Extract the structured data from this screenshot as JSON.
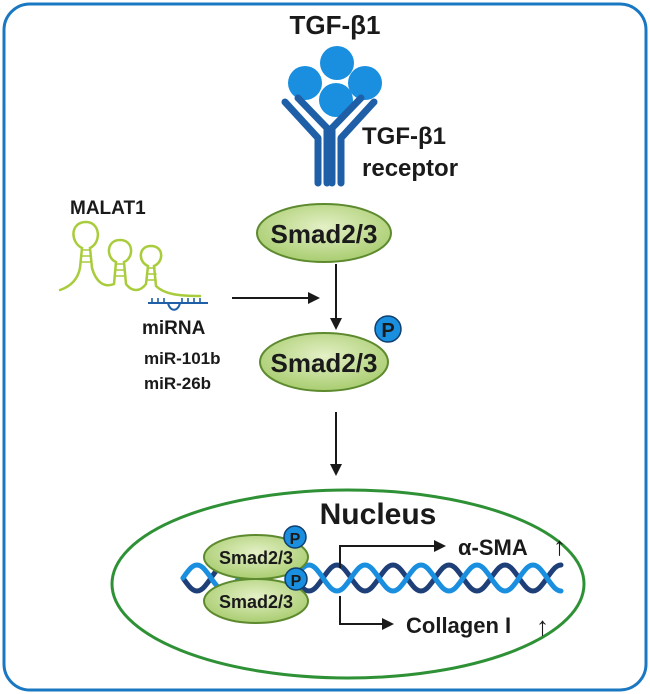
{
  "ligand": {
    "label": "TGF-β1"
  },
  "receptor": {
    "line1": "TGF-β1",
    "line2": "receptor"
  },
  "smad_top": {
    "label": "Smad2/3"
  },
  "smad_phos": {
    "label": "Smad2/3",
    "p": "P"
  },
  "lncrna": {
    "label": "MALAT1"
  },
  "mirna": {
    "title": "miRNA",
    "items": [
      "miR-101b",
      "miR-26b"
    ]
  },
  "nucleus": {
    "title": "Nucleus",
    "smad_a": "Smad2/3",
    "smad_b": "Smad2/3",
    "p_a": "P",
    "p_b": "P",
    "gene1": "α-SMA",
    "gene2": "Collagen I",
    "up1": "↑",
    "up2": "↑"
  },
  "colors": {
    "frame": "#1a78c2",
    "receptor": "#1f5fa8",
    "ligand": "#1a8fe0",
    "smad_fill": "#bcd88a",
    "smad_stroke": "#5d8a2e",
    "nucleus_stroke": "#2f9135",
    "mirna": "#1f5fa8",
    "malat": "#a9cc3c"
  }
}
